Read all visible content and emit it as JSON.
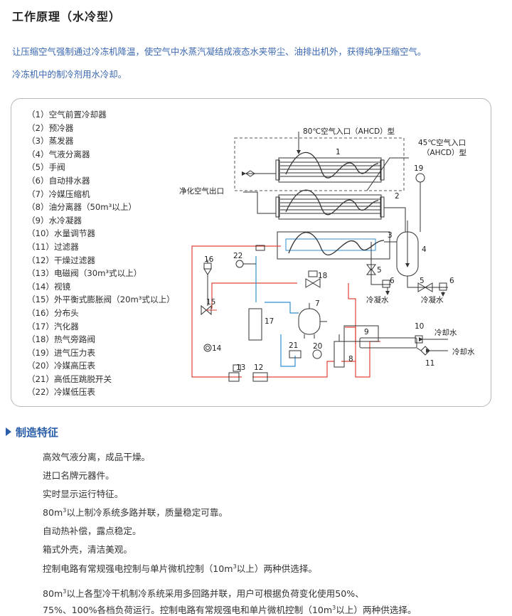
{
  "title": "工作原理（水冷型）",
  "intro": [
    "让压缩空气强制通过冷冻机降温，使空气中水蒸汽凝结成液态水夹带尘、油排出机外，获得纯净压缩空气。",
    "冷冻机中的制冷剂用水冷却。"
  ],
  "legend": [
    "（1）空气前置冷却器",
    "（2）预冷器",
    "（3）蒸发器",
    "（4）气液分离器",
    "（5）手阀",
    "（6）自动排水器",
    "（7）冷媒压缩机",
    "（8）油分离器（50m³以上）",
    "（9）水冷凝器",
    "（10）水量调节器",
    "（11）过滤器",
    "（12）干燥过滤器",
    "（13）电磁阀（30m³式以上）",
    "（14）视镜",
    "（15）外平衡式膨胀阀（20m³式以上）",
    "（16）分布头",
    "（17）汽化器",
    "（18）热气旁路阀",
    "（19）进气压力表",
    "（20）冷媒高压表",
    "（21）高低压跳脱开关",
    "（22）冷媒低压表"
  ],
  "diagram": {
    "inlet_80": "80℃空气入口（AHCD）型",
    "inlet_45_l1": "45℃空气入口",
    "inlet_45_l2": "（AHCD）型",
    "outlet": "净化空气出口",
    "condensate_1": "冷凝水",
    "condensate_2": "冷凝水",
    "cool_water_out": "冷却水",
    "cool_water_in": "冷却水",
    "n1": "1",
    "n2": "2",
    "n3": "3",
    "n4": "4",
    "n5a": "5",
    "n5b": "5",
    "n6a": "6",
    "n6b": "6",
    "n7": "7",
    "n8": "8",
    "n9": "9",
    "n10": "10",
    "n11": "11",
    "n12": "12",
    "n13": "13",
    "n14": "14",
    "n15": "15",
    "n16": "16",
    "n17": "17",
    "n18": "18",
    "n19": "19",
    "n20": "20",
    "n21": "21",
    "n22": "22"
  },
  "features_title": "制造特征",
  "features": {
    "f1": "高效气液分离，成品干燥。",
    "f2": "进口名牌元器件。",
    "f3": "实时显示运行特征。",
    "f4_pre": "80m",
    "f4_sup": "3",
    "f4_post": "以上制冷系统多路并联，质量稳定可靠。",
    "f5": "自动热补偿，露点稳定。",
    "f6": "箱式外壳，清洁美观。",
    "f7_pre": "控制电路有常规强电控制与单片微机控制（10m",
    "f7_sup": "3",
    "f7_post": "以上）两种供选择。",
    "f8_pre": "80m",
    "f8_sup": "3",
    "f8_post": "以上各型冷干机制冷系统采用多回路并联，用户可根据负荷变化使用50%、",
    "f9_pre": "75%、100%各档负荷运行。控制电路有常规强电和单片微机控制（10m",
    "f9_sup": "3",
    "f9_post": "以上）两种供选择。"
  },
  "colors": {
    "accent": "#2a5ea8",
    "refrigerant_hot": "#e0433a",
    "refrigerant_cold": "#2f8fd0"
  }
}
